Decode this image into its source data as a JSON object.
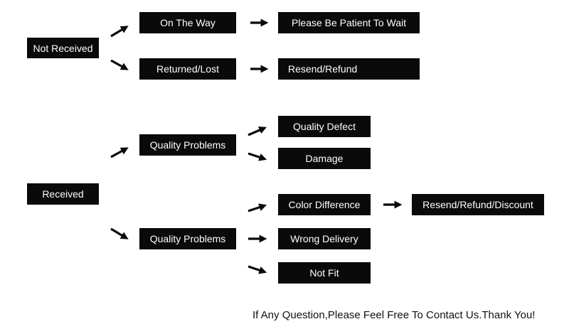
{
  "not_received": {
    "label": "Not Received",
    "on_the_way": "On The Way",
    "please_wait": "Please Be Patient To Wait",
    "returned_lost": "Returned/Lost",
    "resend_refund": "Resend/Refund"
  },
  "received": {
    "label": "Received",
    "quality_problems_1": "Quality Problems",
    "quality_defect": "Quality Defect",
    "damage": "Damage",
    "quality_problems_2": "Quality Problems",
    "color_difference": "Color Difference",
    "resend_refund_discount": "Resend/Refund/Discount",
    "wrong_delivery": "Wrong Delivery",
    "not_fit": "Not Fit"
  },
  "footer": {
    "text": "If Any Question,Please Feel Free To Contact Us.Thank You!"
  },
  "colors": {
    "box_fill": "#0a0a0a",
    "box_text": "#ffffff",
    "arrow": "#0a0a0a"
  }
}
